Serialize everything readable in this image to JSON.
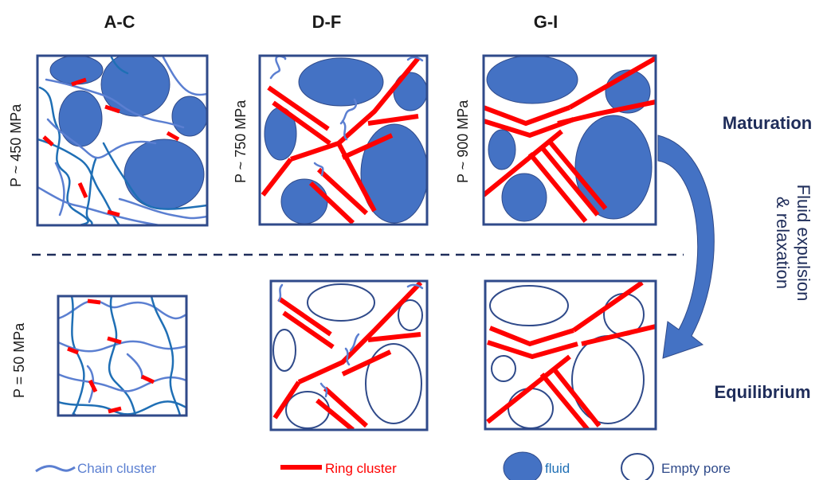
{
  "columns": [
    "A-C",
    "D-F",
    "G-I"
  ],
  "pressures": {
    "high": [
      "P ~ 450 MPa",
      "P ~ 750 MPa",
      "P ~ 900 MPa"
    ],
    "low": "P  = 50 MPa"
  },
  "stages": {
    "top": "Maturation",
    "bottom": "Equilibrium"
  },
  "process": {
    "line1": "Fluid expulsion",
    "line2": "& relaxation"
  },
  "legend": {
    "chain": "Chain cluster",
    "ring": "Ring cluster",
    "fluid": "fluid",
    "pore": "Empty pore"
  },
  "colors": {
    "frame": "#2f4a8a",
    "fluid": "#4472c4",
    "ring": "#ff0000",
    "chain": "#5b7fd1",
    "chain_dark": "#1f6fb5",
    "arrow": "#4472c4",
    "stage_text": "#1f2d5a"
  }
}
